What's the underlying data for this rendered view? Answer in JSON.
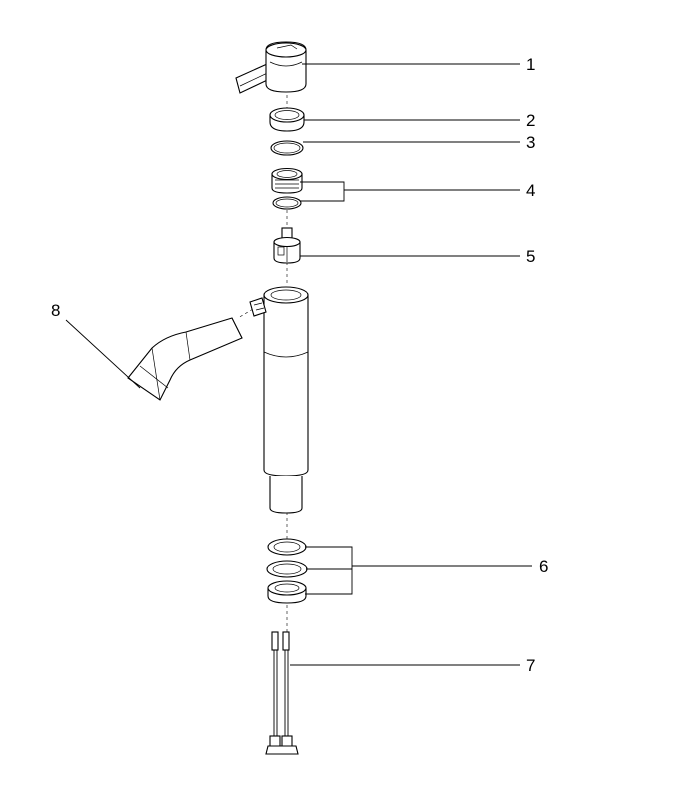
{
  "callouts": [
    {
      "number": "1"
    },
    {
      "number": "2"
    },
    {
      "number": "3"
    },
    {
      "number": "4"
    },
    {
      "number": "5"
    },
    {
      "number": "6"
    },
    {
      "number": "7"
    },
    {
      "number": "8"
    }
  ]
}
